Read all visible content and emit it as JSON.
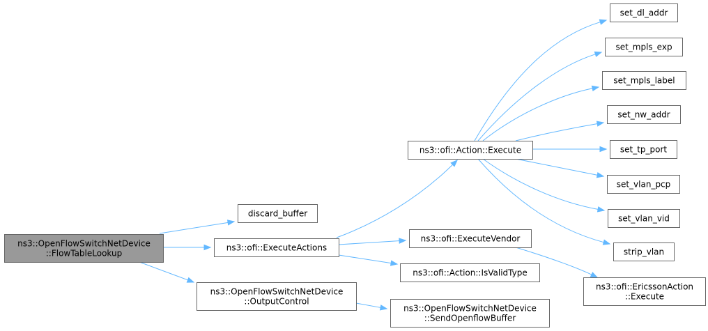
{
  "graph": {
    "colors": {
      "root_fill": "#999999",
      "node_fill": "#ffffff",
      "border": "#666666",
      "edge": "#63b8ff",
      "text": "#000000"
    },
    "nodes": [
      {
        "id": "root",
        "lines": [
          "ns3::OpenFlowSwitchNetDevice",
          "::FlowTableLookup"
        ],
        "highlight": true
      },
      {
        "id": "discard_buffer",
        "lines": [
          "discard_buffer"
        ]
      },
      {
        "id": "execute_actions",
        "lines": [
          "ns3::ofi::ExecuteActions"
        ]
      },
      {
        "id": "output_control",
        "lines": [
          "ns3::OpenFlowSwitchNetDevice",
          "::OutputControl"
        ]
      },
      {
        "id": "action_execute",
        "lines": [
          "ns3::ofi::Action::Execute"
        ]
      },
      {
        "id": "execute_vendor",
        "lines": [
          "ns3::ofi::ExecuteVendor"
        ]
      },
      {
        "id": "is_valid_type",
        "lines": [
          "ns3::ofi::Action::IsValidType"
        ]
      },
      {
        "id": "send_openflow_buffer",
        "lines": [
          "ns3::OpenFlowSwitchNetDevice",
          "::SendOpenflowBuffer"
        ]
      },
      {
        "id": "set_dl_addr",
        "lines": [
          "set_dl_addr"
        ]
      },
      {
        "id": "set_mpls_exp",
        "lines": [
          "set_mpls_exp"
        ]
      },
      {
        "id": "set_mpls_label",
        "lines": [
          "set_mpls_label"
        ]
      },
      {
        "id": "set_nw_addr",
        "lines": [
          "set_nw_addr"
        ]
      },
      {
        "id": "set_tp_port",
        "lines": [
          "set_tp_port"
        ]
      },
      {
        "id": "set_vlan_pcp",
        "lines": [
          "set_vlan_pcp"
        ]
      },
      {
        "id": "set_vlan_vid",
        "lines": [
          "set_vlan_vid"
        ]
      },
      {
        "id": "strip_vlan",
        "lines": [
          "strip_vlan"
        ]
      },
      {
        "id": "ericsson_execute",
        "lines": [
          "ns3::ofi::EricssonAction",
          "::Execute"
        ]
      }
    ],
    "edges": [
      {
        "from": "root",
        "to": "discard_buffer"
      },
      {
        "from": "root",
        "to": "execute_actions"
      },
      {
        "from": "root",
        "to": "output_control"
      },
      {
        "from": "execute_actions",
        "to": "action_execute"
      },
      {
        "from": "execute_actions",
        "to": "execute_vendor"
      },
      {
        "from": "execute_actions",
        "to": "is_valid_type"
      },
      {
        "from": "output_control",
        "to": "send_openflow_buffer"
      },
      {
        "from": "action_execute",
        "to": "set_dl_addr"
      },
      {
        "from": "action_execute",
        "to": "set_mpls_exp"
      },
      {
        "from": "action_execute",
        "to": "set_mpls_label"
      },
      {
        "from": "action_execute",
        "to": "set_nw_addr"
      },
      {
        "from": "action_execute",
        "to": "set_tp_port"
      },
      {
        "from": "action_execute",
        "to": "set_vlan_pcp"
      },
      {
        "from": "action_execute",
        "to": "set_vlan_vid"
      },
      {
        "from": "action_execute",
        "to": "strip_vlan"
      },
      {
        "from": "execute_vendor",
        "to": "ericsson_execute"
      }
    ]
  }
}
